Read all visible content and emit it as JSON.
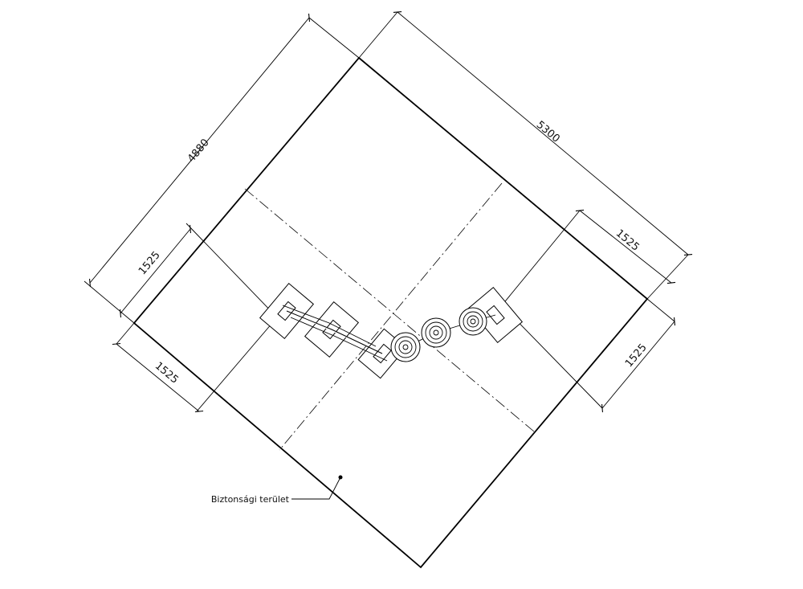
{
  "dimensions": {
    "overall_length": "5300",
    "overall_width": "4880",
    "clearance_left_top": "1525",
    "clearance_left_bottom": "1525",
    "clearance_right_top": "1525",
    "clearance_right_bottom": "1525"
  },
  "annotation": {
    "safety_area_label": "Biztonsági terület"
  }
}
